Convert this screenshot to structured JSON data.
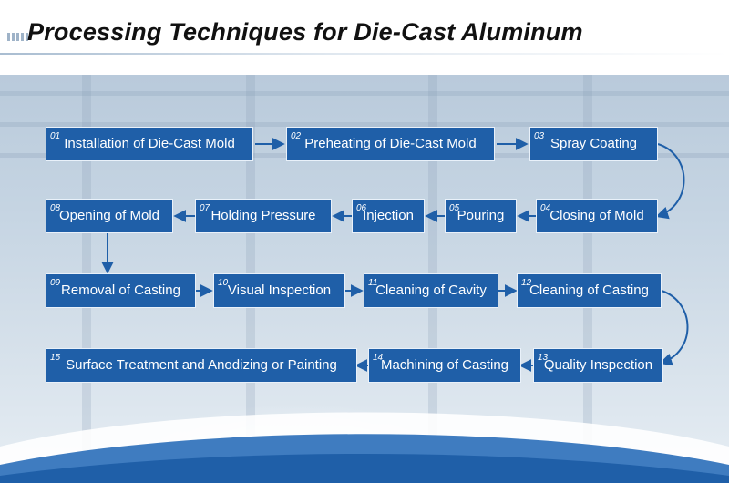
{
  "header": {
    "title": "Processing Techniques for Die-Cast Aluminum"
  },
  "colors": {
    "box": "#1f5fa8",
    "box_border": "#e9f1fa",
    "arrow": "#1f5fa8",
    "text": "#ffffff"
  },
  "steps": [
    {
      "num": "01",
      "label": "Installation of Die-Cast Mold"
    },
    {
      "num": "02",
      "label": "Preheating of Die-Cast Mold"
    },
    {
      "num": "03",
      "label": "Spray Coating"
    },
    {
      "num": "04",
      "label": "Closing of Mold"
    },
    {
      "num": "05",
      "label": "Pouring"
    },
    {
      "num": "06",
      "label": "Injection"
    },
    {
      "num": "07",
      "label": "Holding Pressure"
    },
    {
      "num": "08",
      "label": "Opening of Mold"
    },
    {
      "num": "09",
      "label": "Removal of Casting"
    },
    {
      "num": "10",
      "label": "Visual Inspection"
    },
    {
      "num": "11",
      "label": "Cleaning of Cavity"
    },
    {
      "num": "12",
      "label": "Cleaning of Casting"
    },
    {
      "num": "13",
      "label": "Quality Inspection"
    },
    {
      "num": "14",
      "label": "Machining of Casting"
    },
    {
      "num": "15",
      "label": "Surface Treatment and Anodizing or Painting"
    }
  ]
}
